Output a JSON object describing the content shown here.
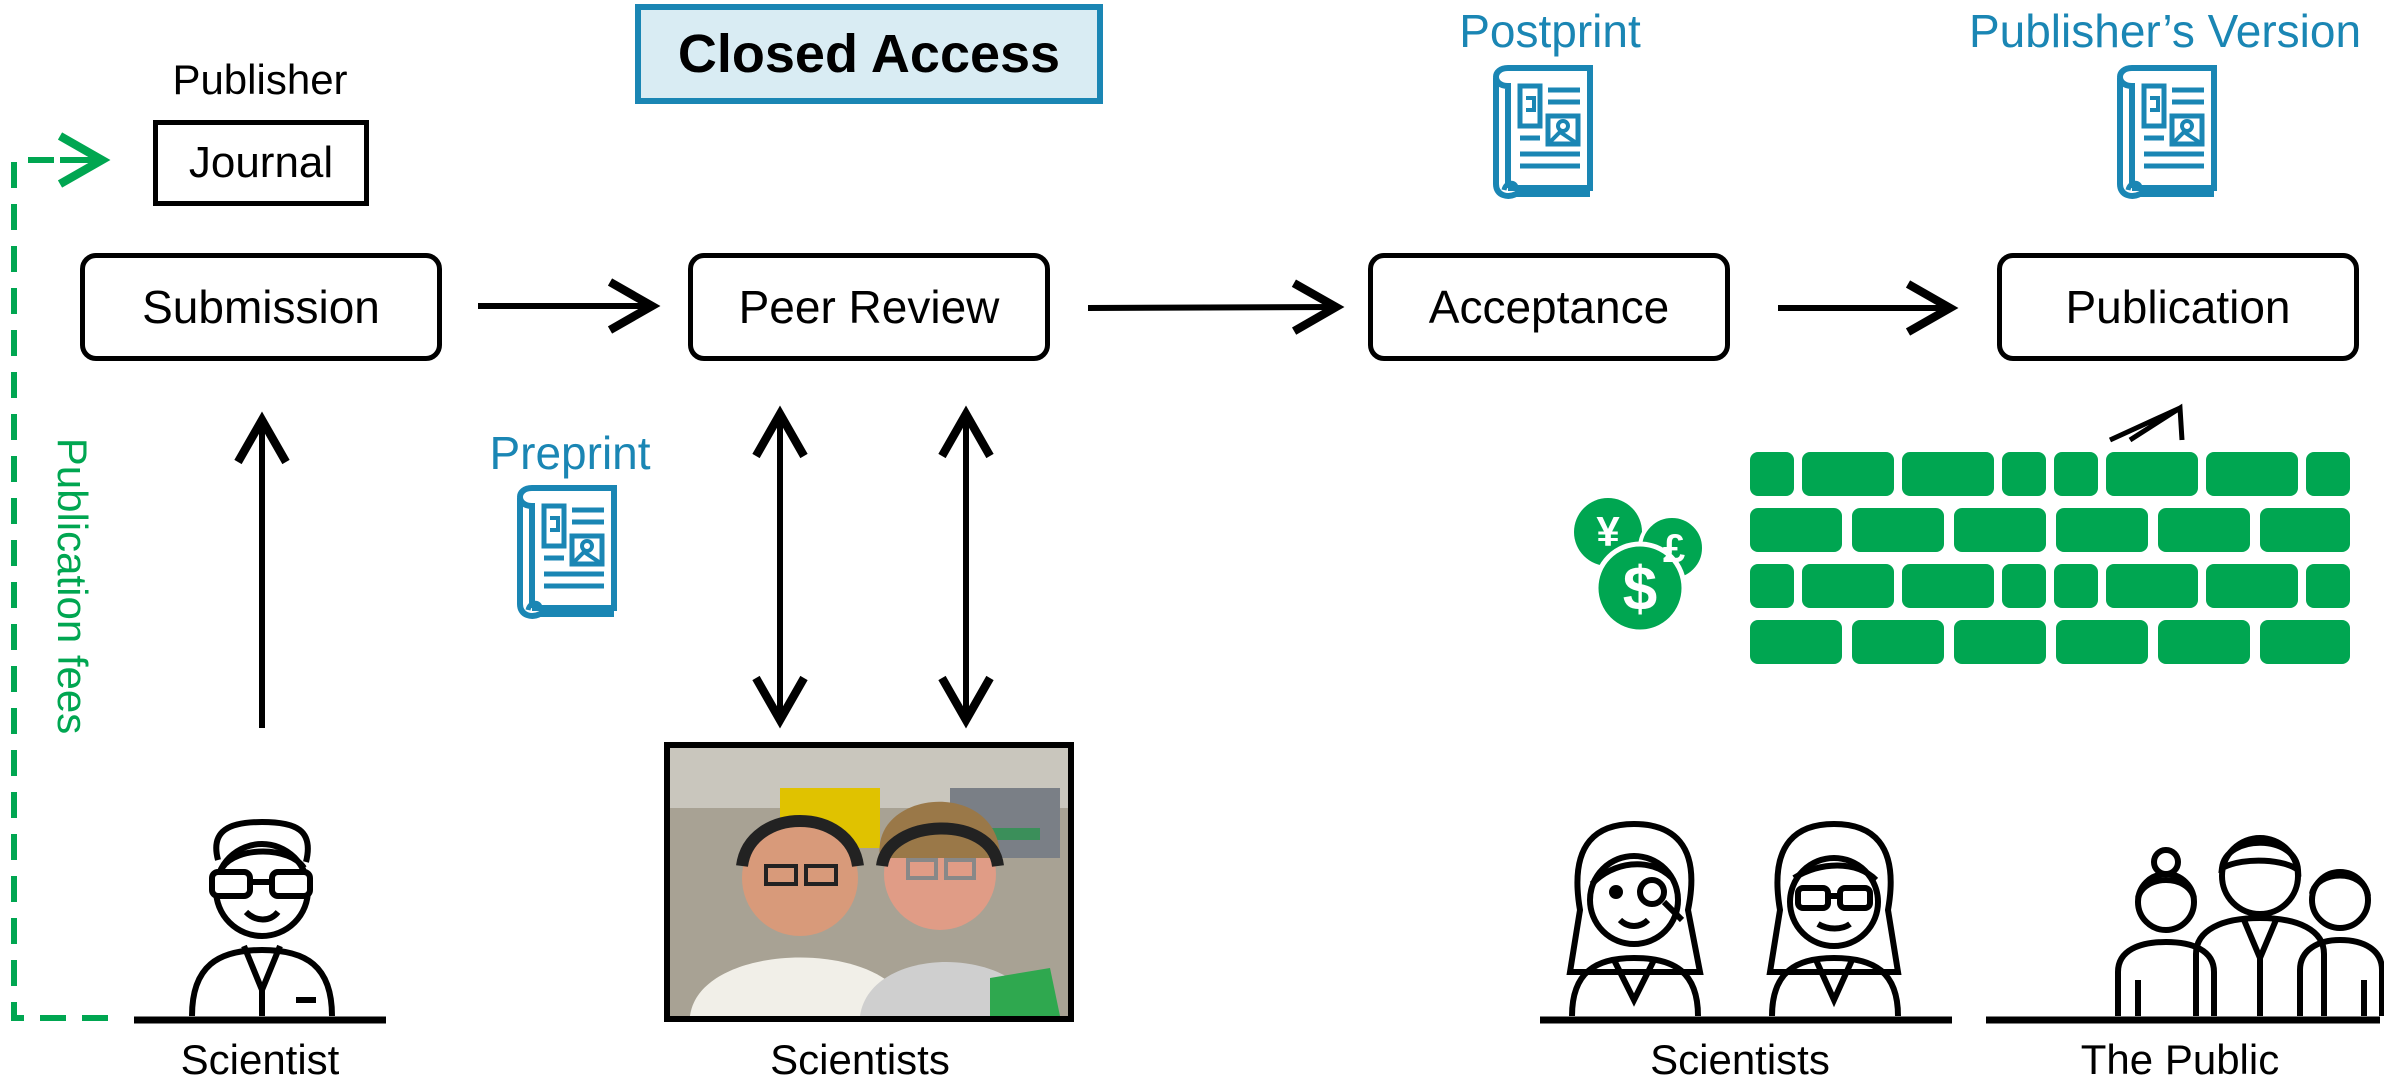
{
  "title": "Closed Access",
  "publisher_label": "Publisher",
  "journal_label": "Journal",
  "steps": {
    "submission": "Submission",
    "peer_review": "Peer Review",
    "acceptance": "Acceptance",
    "publication": "Publication"
  },
  "documents": {
    "preprint": "Preprint",
    "postprint": "Postprint",
    "publishers_version": "Publisher’s Version"
  },
  "fees_label": "Publication fees",
  "people": {
    "scientist": "Scientist",
    "reviewers": "Scientists",
    "readers": "Scientists",
    "public": "The Public"
  },
  "colors": {
    "accent_blue": "#1a86b4",
    "title_fill": "#d9ecf3",
    "paywall_green": "#00a651"
  },
  "icons": [
    "document-icon",
    "currency-coins-icon",
    "paywall-brick-icon",
    "scientist-icon",
    "female-scientist-icon",
    "public-group-icon",
    "reviewers-photo"
  ]
}
